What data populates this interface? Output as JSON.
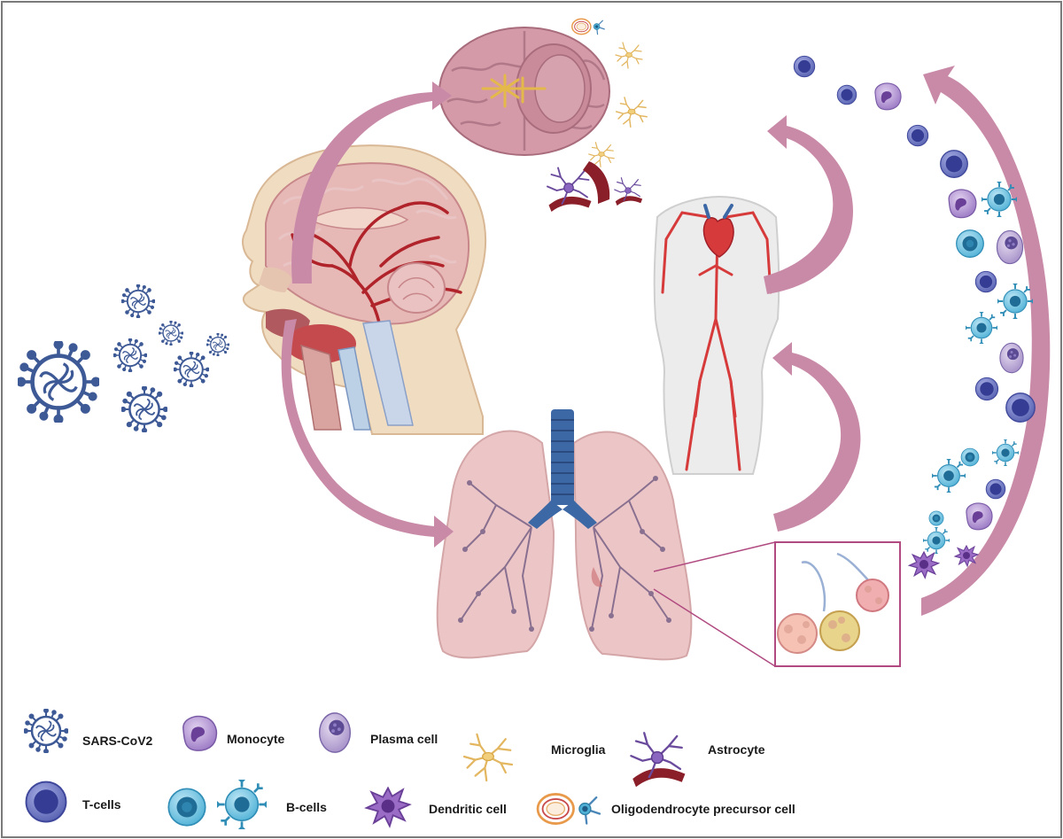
{
  "colors": {
    "arrow": "#c98aa8",
    "arrow_dark": "#b3708f",
    "virus": "#3e5a96",
    "brain": "#d49aa8",
    "head_skin": "#f0dcc0",
    "lung": "#ecc6c6",
    "bronchus": "#3d68a6",
    "artery": "#d63a3a",
    "body": "#ececec",
    "tcell": "#5560b0",
    "bcell": "#4fb1d6",
    "monocyte": "#9a78c4",
    "dendritic": "#7a4fa8",
    "microglia": "#e8c070",
    "box_border": "#b04a80"
  },
  "legend": {
    "sars": "SARS-CoV2",
    "monocyte": "Monocyte",
    "plasma": "Plasma cell",
    "microglia": "Microglia",
    "astrocyte": "Astrocyte",
    "tcells": "T-cells",
    "bcells": "B-cells",
    "dendritic": "Dendritic cell",
    "opc": "Oligodendrocyte precursor cell"
  }
}
